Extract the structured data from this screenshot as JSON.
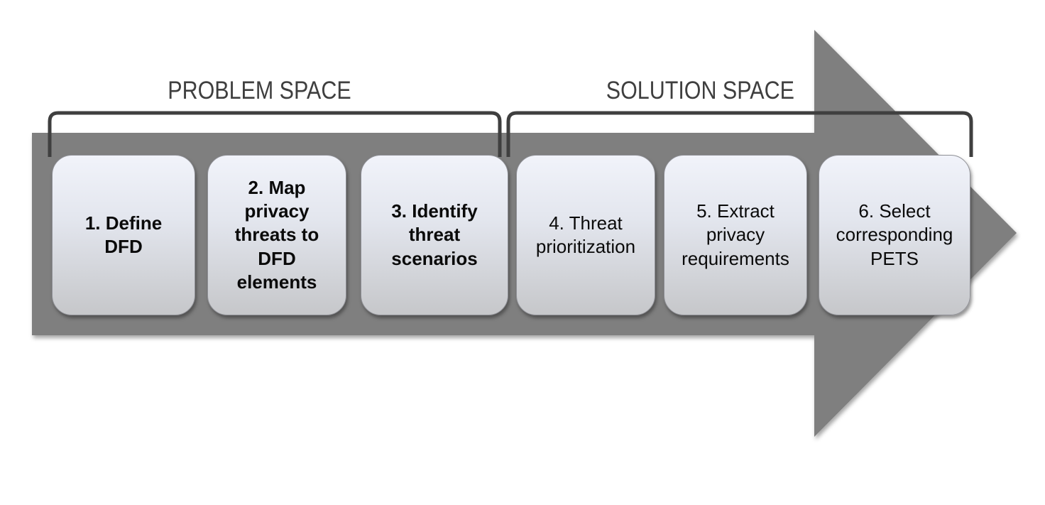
{
  "colors": {
    "arrow": "#7f7f7f",
    "bracket": "#3f3f3f",
    "label_text": "#3f3f3f",
    "box_gradient_top": "#f1f3fa",
    "box_gradient_bottom": "#c6c7ca",
    "step_text": "#0a0a0a"
  },
  "spaces": {
    "problem": {
      "label": "PROBLEM SPACE"
    },
    "solution": {
      "label": "SOLUTION SPACE"
    }
  },
  "steps": [
    {
      "label": "1. Define DFD"
    },
    {
      "label": "2. Map privacy threats to DFD elements"
    },
    {
      "label": "3. Identify threat scenarios"
    },
    {
      "label": "4. Threat prioritization"
    },
    {
      "label": "5. Extract privacy requirements"
    },
    {
      "label": "6. Select corresponding PETS"
    }
  ]
}
